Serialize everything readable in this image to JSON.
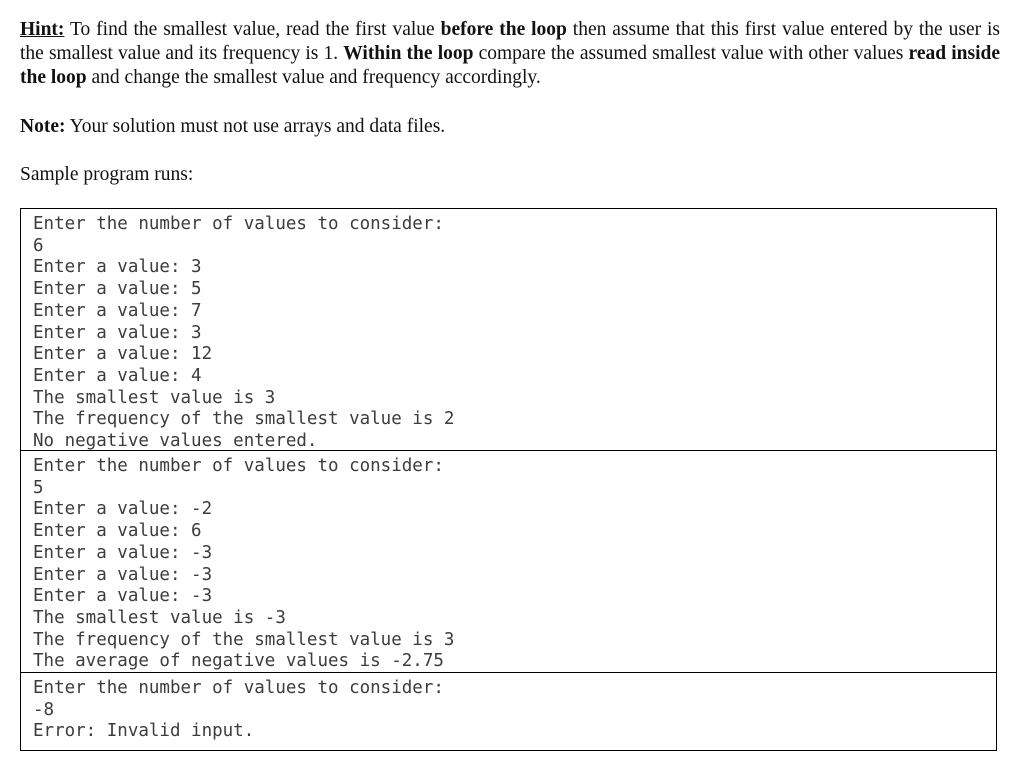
{
  "document": {
    "hint": {
      "segments": [
        {
          "text": "Hint:",
          "bold": true,
          "underline": true
        },
        {
          "text": " To find the smallest value, read the first value ",
          "bold": false,
          "underline": false
        },
        {
          "text": "before the loop",
          "bold": true,
          "underline": false
        },
        {
          "text": " then assume that this first value entered by the user is the smallest value and its frequency is 1. ",
          "bold": false,
          "underline": false
        },
        {
          "text": "Within the loop",
          "bold": true,
          "underline": false
        },
        {
          "text": " compare the assumed smallest value with other values ",
          "bold": false,
          "underline": false
        },
        {
          "text": "read inside the loop",
          "bold": true,
          "underline": false
        },
        {
          "text": " and change the smallest value and frequency accordingly.",
          "bold": false,
          "underline": false
        }
      ]
    },
    "note": {
      "segments": [
        {
          "text": "Note:",
          "bold": true,
          "underline": false
        },
        {
          "text": " Your solution must not use arrays and data files.",
          "bold": false,
          "underline": false
        }
      ]
    },
    "sample_runs_label": "Sample program runs:",
    "console_runs": [
      {
        "lines": [
          "Enter the number of values to consider:",
          "6",
          "Enter a value: 3",
          "Enter a value: 5",
          "Enter a value: 7",
          "Enter a value: 3",
          "Enter a value: 12",
          "Enter a value: 4",
          "The smallest value is 3",
          "The frequency of the smallest value is 2",
          "No negative values entered."
        ]
      },
      {
        "lines": [
          "Enter the number of values to consider:",
          "5",
          "Enter a value: -2",
          "Enter a value: 6",
          "Enter a value: -3",
          "Enter a value: -3",
          "Enter a value: -3",
          "The smallest value is -3",
          "The frequency of the smallest value is 3",
          "The average of negative values is -2.75"
        ]
      },
      {
        "lines": [
          "Enter the number of values to consider:",
          "-8",
          "Error: Invalid input."
        ]
      }
    ],
    "colors": {
      "body_text": "#111111",
      "console_text": "#3c3c3c",
      "box_border": "#000000",
      "page_background": "#ffffff"
    }
  }
}
